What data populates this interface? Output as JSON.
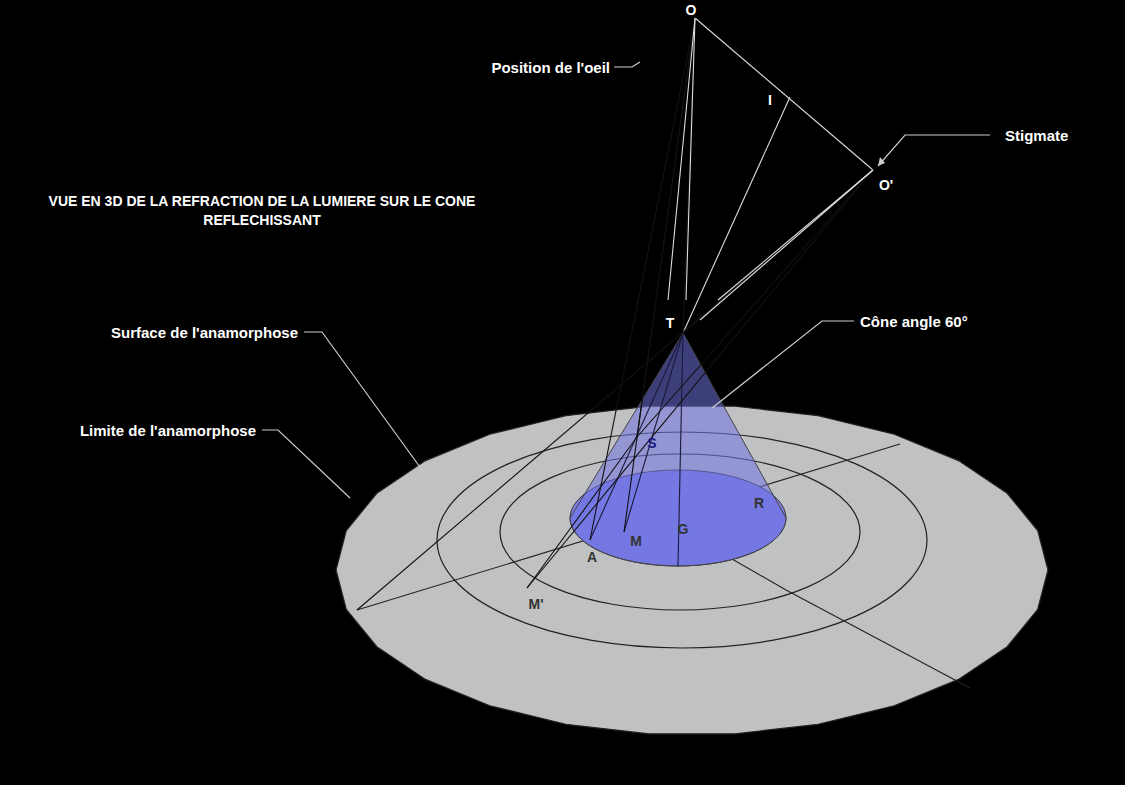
{
  "diagram": {
    "title": "VUE EN 3D DE LA REFRACTION DE LA LUMIERE SUR LE CONE REFLECHISSANT",
    "labels": [
      "Position de l'oeil",
      "O",
      "I",
      "Stigmate",
      "O'",
      "Surface de l'anamorphose",
      "T",
      "Cône angle 60°",
      "Limite de l'anamorphose",
      "S",
      "R",
      "G",
      "M",
      "A",
      "M'"
    ]
  }
}
